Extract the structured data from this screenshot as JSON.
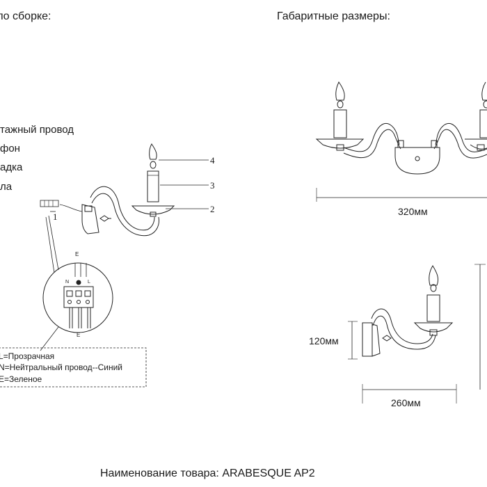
{
  "headings": {
    "assembly": "по сборке:",
    "dimensions": "Габаритные размеры:"
  },
  "legend": [
    "тажный провод",
    "фон",
    "адка",
    "ла"
  ],
  "callouts": [
    "1",
    "2",
    "3",
    "4"
  ],
  "connector_labels": {
    "top": "E",
    "bottom": "E",
    "pins": [
      "N",
      "L"
    ]
  },
  "wires": [
    "L=Прозрачная",
    "N=Нейтральный провод--Синий",
    "E=Зеленое"
  ],
  "dims": {
    "width_front": "320мм",
    "height_side": "120мм",
    "width_side": "260мм"
  },
  "footer": {
    "product": "Наименование товара: ARABESQUE AP2"
  }
}
